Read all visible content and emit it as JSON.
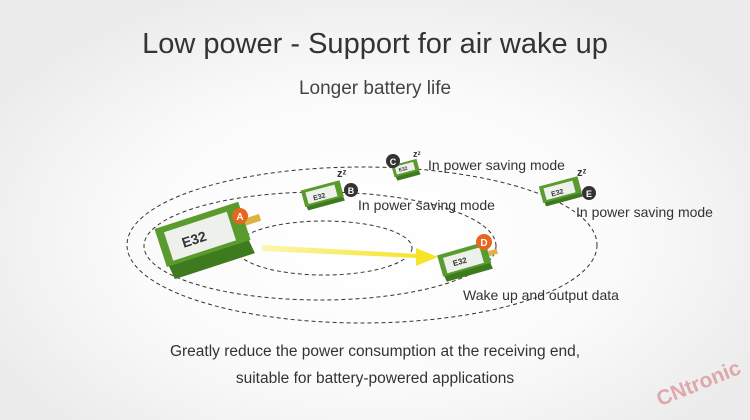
{
  "title": "Low power - Support for air wake up",
  "subtitle": "Longer battery life",
  "module_label": "E32",
  "sleep_glyph": "zᶻ",
  "nodes": [
    {
      "marker": "A",
      "color": "#e8651e"
    },
    {
      "marker": "B",
      "color": "#333333",
      "label": "In power saving mode"
    },
    {
      "marker": "C",
      "color": "#333333",
      "label": "In power saving mode"
    },
    {
      "marker": "D",
      "color": "#e8651e",
      "label": "Wake up and output data"
    },
    {
      "marker": "E",
      "color": "#333333",
      "label": "In power saving mode"
    }
  ],
  "description": {
    "line1": "Greatly reduce the power consumption at the receiving end,",
    "line2": "suitable for battery-powered applications"
  },
  "watermark": {
    "brand": "CNtronic",
    "tagline": ""
  },
  "colors": {
    "module_green": "#5a9b2e",
    "module_face": "#eef0ec",
    "antenna": "#e0b040",
    "arrow": "#f5e42a",
    "accent_orange": "#e8651e",
    "marker_dark": "#333333",
    "watermark_red": "#c0282d"
  }
}
